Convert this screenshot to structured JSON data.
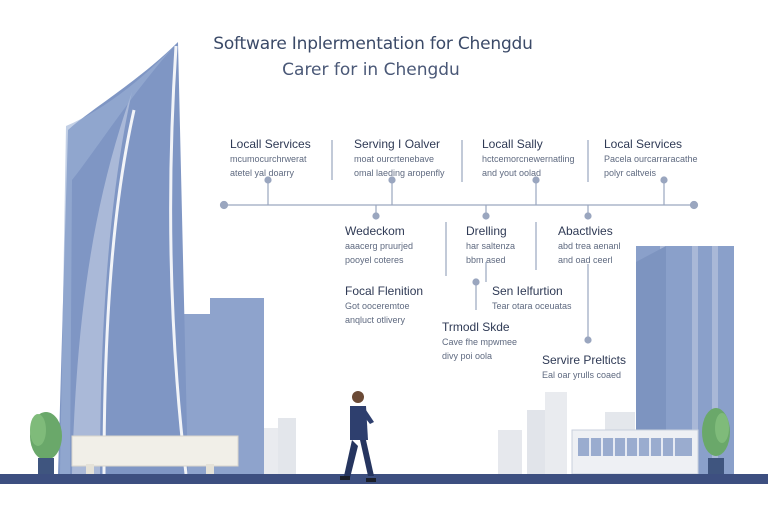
{
  "title": "Software Inplermentation for Chengdu",
  "subtitle": "Carer for in Chengdu",
  "colors": {
    "tower": "#7f96c4",
    "tower_light": "#aab9d8",
    "ground": "#3d4f80",
    "text": "#2f3a55",
    "line": "#9aa6bf",
    "plant": "#6aa86a"
  },
  "top_items": [
    {
      "heading": "Locall Services",
      "line1": "mcumocurchrwerat",
      "line2": "atetel yal doarry"
    },
    {
      "heading": "Serving I Oalver",
      "line1": "moat ourcrtenebave",
      "line2": "omal laeding aropenfly"
    },
    {
      "heading": "Locall Sally",
      "line1": "hctcemorcnewernatling",
      "line2": "and yout oolad"
    },
    {
      "heading": "Local Services",
      "line1": "Pacela ourcarraracathe",
      "line2": "polyr caltveis"
    }
  ],
  "mid_items": [
    {
      "heading": "Wedeckom",
      "line1": "aaacerg pruurjed",
      "line2": "pooyel coteres"
    },
    {
      "heading": "Drelling",
      "line1": "har saltenza",
      "line2": "bbm ased"
    },
    {
      "heading": "Abactlvies",
      "line1": "abd trea aenanl",
      "line2": "and oad ceerl"
    }
  ],
  "lower_items": [
    {
      "heading": "Focal Flenition",
      "line1": "Got ooceremtoe",
      "line2": "anqluct otlivery"
    },
    {
      "heading": "Sen Ielfurtion",
      "line1": "Tear otara oceuatas",
      "line2": ""
    },
    {
      "heading": "Trmodl Skde",
      "line1": "Cave fhe mpwmee",
      "line2": "divy poi oola"
    },
    {
      "heading": "Servire Prelticts",
      "line1": "Eal oar yrulls coaed",
      "line2": ""
    }
  ]
}
